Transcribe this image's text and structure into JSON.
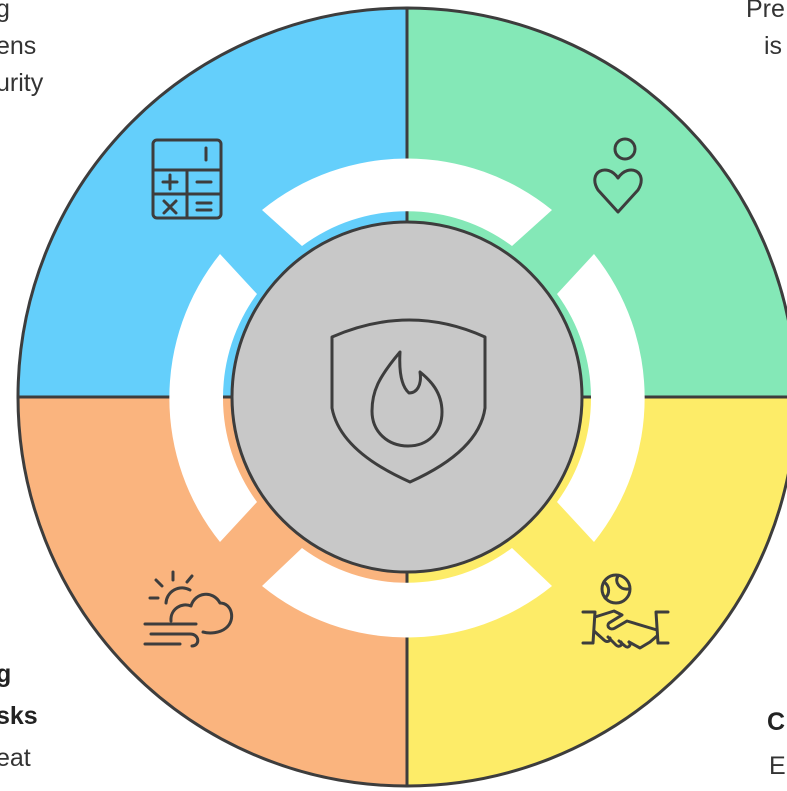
{
  "colors": {
    "top_left": "#64CFFB",
    "top_right": "#84E8B7",
    "bottom_right": "#FDEC68",
    "bottom_left": "#FAB47E",
    "center": "#C8C8C8",
    "stroke": "#3d3d3d"
  },
  "segments": {
    "top_left": {
      "icon": "calculator-icon"
    },
    "top_right": {
      "icon": "person-heart-icon"
    },
    "bottom_right": {
      "icon": "handshake-globe-icon"
    },
    "bottom_left": {
      "icon": "sun-cloud-wind-icon"
    }
  },
  "center": {
    "icon": "shield-flame-icon"
  },
  "labels": {
    "top_left": [
      "g",
      "ens",
      "urity"
    ],
    "top_right": [
      "Pre",
      "is"
    ],
    "bottom_left": [
      "g",
      "sks",
      "eat"
    ],
    "bottom_right": [
      "C",
      "E"
    ]
  }
}
